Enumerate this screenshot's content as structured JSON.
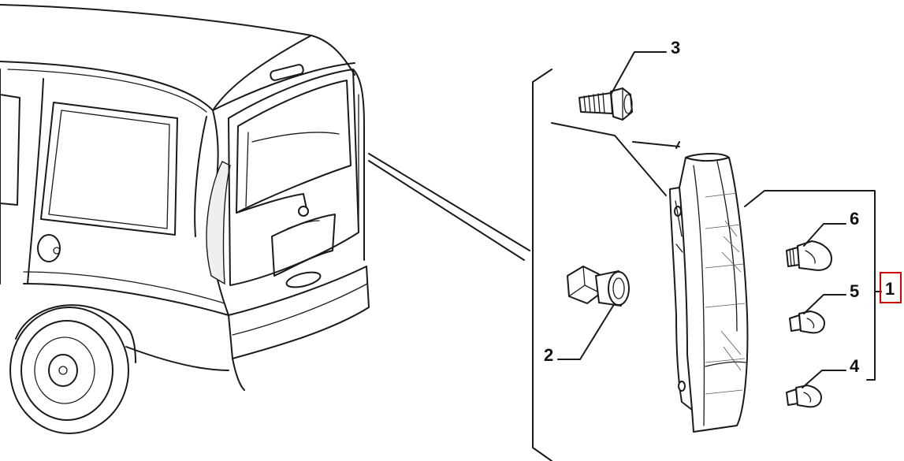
{
  "callouts": {
    "one": "1",
    "two": "2",
    "three": "3",
    "four": "4",
    "five": "5",
    "six": "6"
  },
  "colors": {
    "line": "#1a1a1a",
    "highlight_box": "#d40000",
    "background": "#ffffff"
  }
}
